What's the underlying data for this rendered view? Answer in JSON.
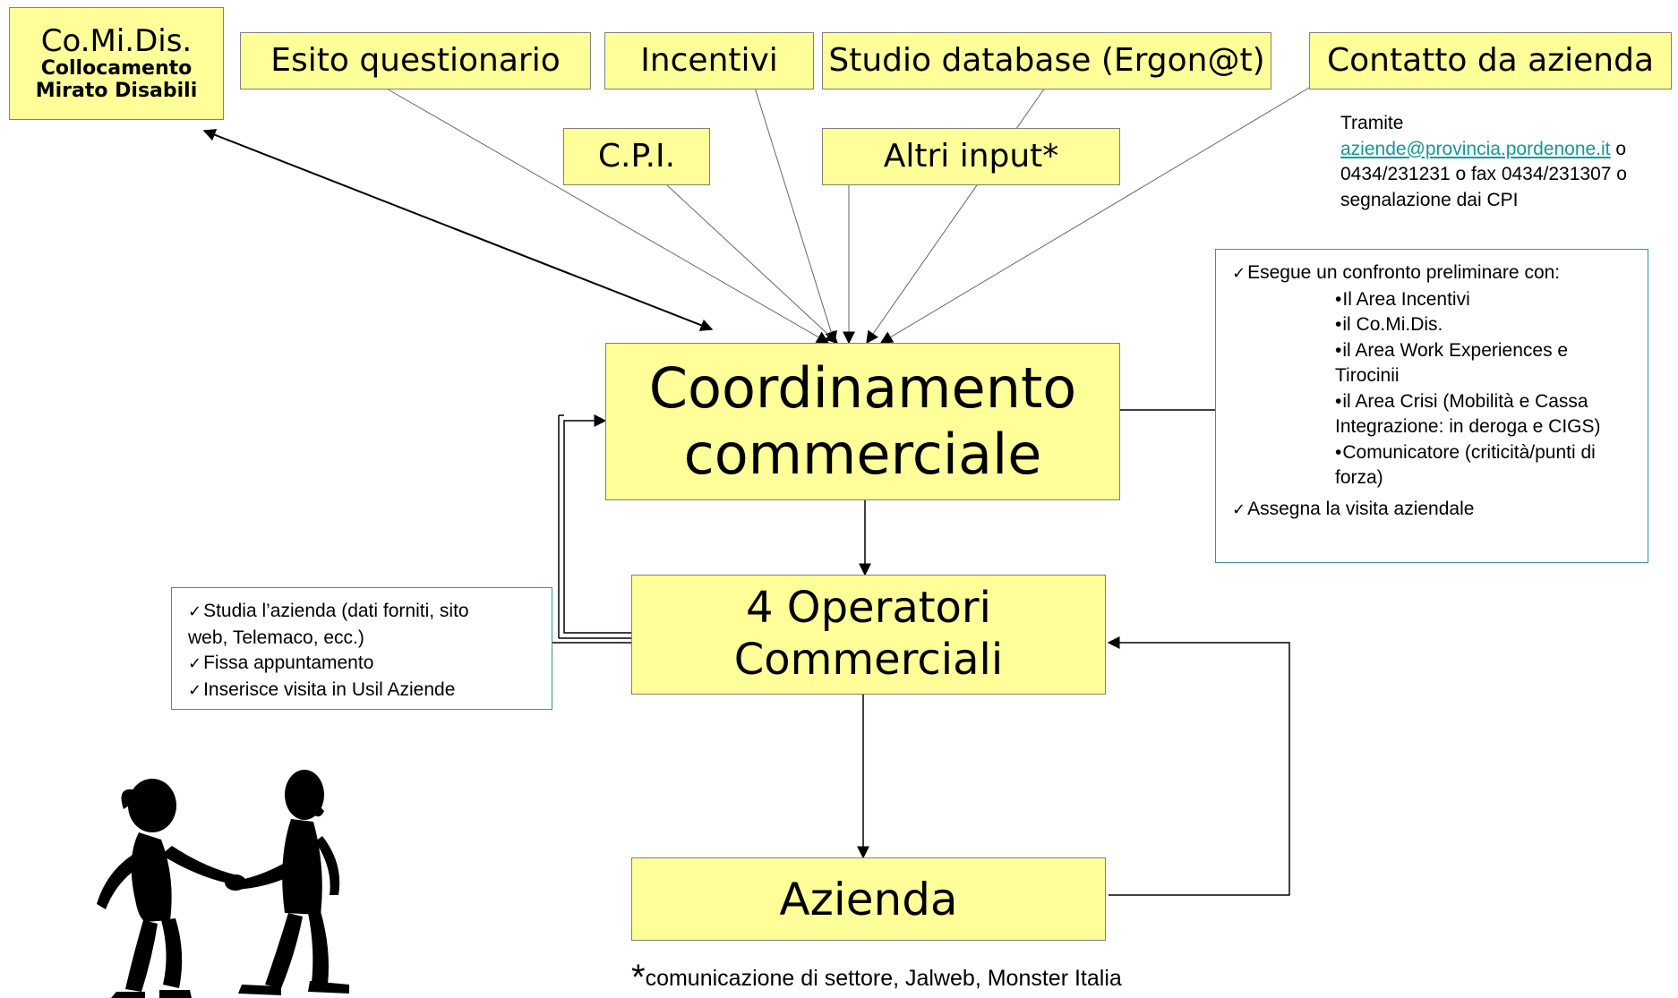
{
  "boxes": {
    "comidis": {
      "title": "Co.Mi.Dis.",
      "line1": "Collocamento",
      "line2": "Mirato Disabili"
    },
    "esito": "Esito questionario",
    "incentivi": "Incentivi",
    "studio": "Studio database (Ergon@t)",
    "contatto": "Contatto da azienda",
    "cpi": "C.P.I.",
    "altri": "Altri input*",
    "coord_line1": "Coordinamento",
    "coord_line2": "commerciale",
    "operatori_line1": "4 Operatori",
    "operatori_line2": "Commerciali",
    "azienda": "Azienda"
  },
  "contact_note": {
    "line1": "Tramite",
    "email": "aziende@provincia.pordenone.it",
    "email_suffix": " o",
    "line3": "0434/231231 o fax 0434/231307 o",
    "line4": "segnalazione dai CPI"
  },
  "coord_notes": {
    "item1": "Esegue un confronto preliminare con:",
    "bullets": [
      "Il Area Incentivi",
      "il Co.Mi.Dis.",
      "il Area Work Experiences e",
      "Tirocinii",
      "il Area Crisi (Mobilità e Cassa",
      "Integrazione: in deroga e CIGS)",
      "Comunicatore (criticità/punti di",
      "forza)"
    ],
    "item2": "Assegna la visita aziendale"
  },
  "operatori_notes": {
    "item1a": "Studia l’azienda (dati forniti, sito",
    "item1b": "web, Telemaco, ecc.)",
    "item2": "Fissa appuntamento",
    "item3": "Inserisce visita in Usil Aziende"
  },
  "footnote": {
    "star": "*",
    "text": "comunicazione di settore, Jalweb, Monster Italia"
  },
  "colors": {
    "box_fill": "#ffff99",
    "note_border": "#339999",
    "link": "#11999e"
  },
  "image": {
    "icon": "handshake-people-icon"
  }
}
